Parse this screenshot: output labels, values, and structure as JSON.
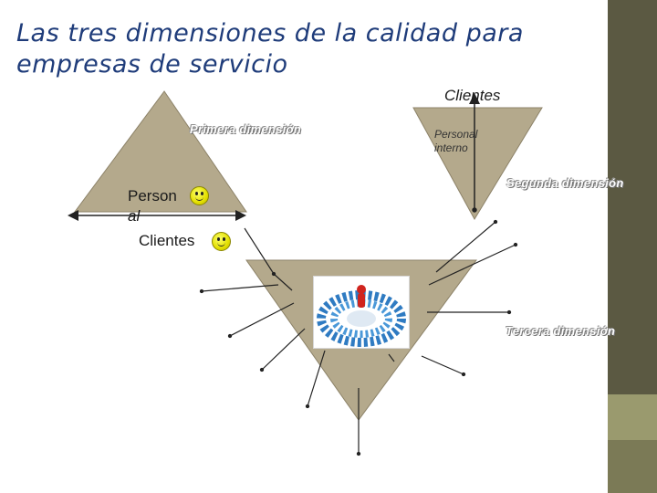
{
  "title": "Las tres dimensiones de la calidad para empresas de servicio",
  "labels": {
    "clientes_top": "Clientes",
    "primera": "Primera dimensión",
    "personal_interno_line1": "Personal",
    "personal_interno_line2": "interno",
    "segunda": "Segunda dimensión",
    "personal_line1": "Person",
    "personal_line2": "al",
    "clientes_left": "Clientes",
    "tercera": "Tercera dimensión"
  },
  "icons": {
    "smiley": "smiley-face-icon",
    "crowd": "people-crowd-icon",
    "arrow": "double-arrow-icon"
  },
  "colors": {
    "triangle_fill": "#b4a98c",
    "title_color": "#1f3c7a",
    "sidebar_dark": "#5b5942",
    "sidebar_light": "#9a9a6e"
  }
}
